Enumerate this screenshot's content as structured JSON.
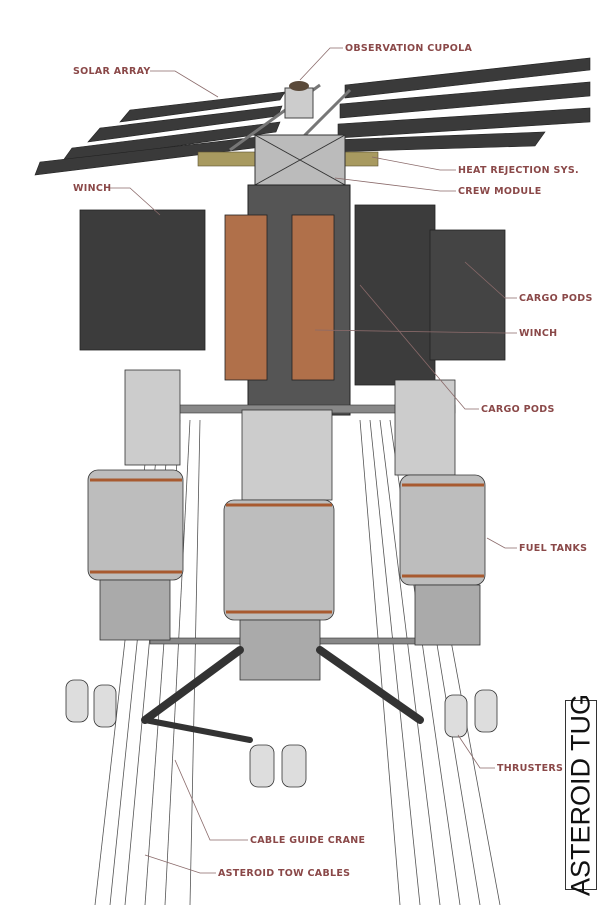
{
  "title": "ASTEROID TUG",
  "labels": {
    "observation_cupola": "OBSERVATION CUPOLA",
    "solar_array": "SOLAR ARRAY",
    "heat_rejection": "HEAT REJECTION SYS.",
    "crew_module": "CREW MODULE",
    "winch_left": "WINCH",
    "cargo_pods_upper": "CARGO PODS",
    "winch_right": "WINCH",
    "cargo_pods_lower": "CARGO PODS",
    "fuel_tanks": "FUEL TANKS",
    "thrusters": "THRUSTERS",
    "cable_guide_crane": "CABLE GUIDE CRANE",
    "asteroid_tow_cables": "ASTEROID TOW CABLES"
  },
  "colors": {
    "label": "#8a4848",
    "leader": "#8a6a6a",
    "panel": "#3a3a3a",
    "cargo": "#b0704a",
    "radiator": "#a89a60"
  }
}
